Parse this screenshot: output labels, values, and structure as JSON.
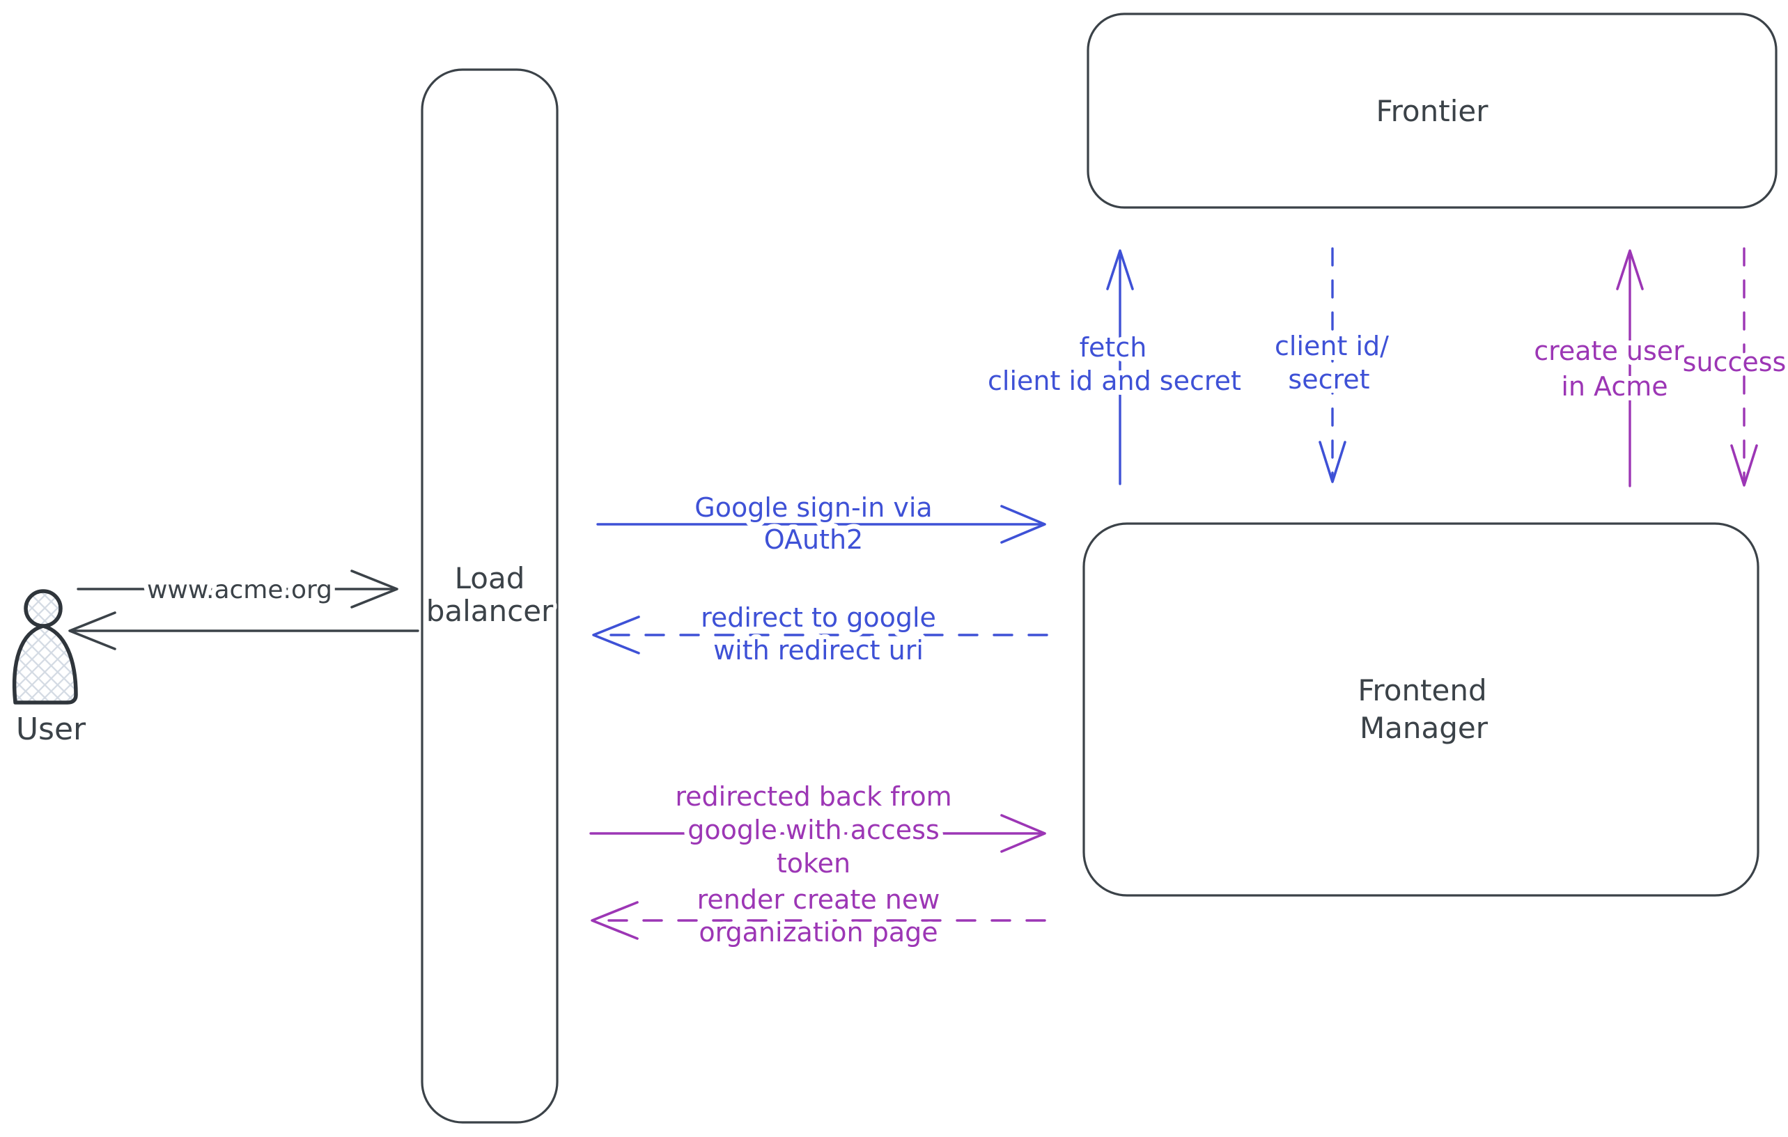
{
  "page": {
    "background": "#ffffff"
  },
  "colors": {
    "ink": "#3b4248",
    "blue": "#3e51d6",
    "purple": "#9c36b5",
    "figure_hatch": "#d3dae3"
  },
  "nodes": {
    "user": {
      "label": "User"
    },
    "load_balancer": {
      "lines": [
        "Load",
        "balancer"
      ]
    },
    "frontier": {
      "label": "Frontier"
    },
    "frontend_manager": {
      "lines": [
        "Frontend",
        "Manager"
      ]
    }
  },
  "edges": {
    "www_request": {
      "label": "www.acme.org",
      "style": "solid",
      "direction": "right",
      "color": "ink"
    },
    "www_response": {
      "style": "solid",
      "direction": "left",
      "color": "ink"
    },
    "google_signin": {
      "lines": [
        "Google sign-in via",
        "OAuth2"
      ],
      "style": "solid",
      "direction": "right",
      "color": "blue"
    },
    "redirect_to_google": {
      "lines": [
        "redirect to google",
        "with redirect uri"
      ],
      "style": "dashed",
      "direction": "left",
      "color": "blue"
    },
    "fetch_client_secret": {
      "lines": [
        "fetch",
        "client id and secret"
      ],
      "style": "solid",
      "direction": "up",
      "color": "blue"
    },
    "client_id_secret": {
      "lines": [
        "client id/",
        "secret"
      ],
      "style": "dashed",
      "direction": "down",
      "color": "blue"
    },
    "create_user": {
      "lines": [
        "create user",
        "in Acme"
      ],
      "style": "solid",
      "direction": "up",
      "color": "purple"
    },
    "success": {
      "label": "success",
      "style": "dashed",
      "direction": "down",
      "color": "purple"
    },
    "redirected_back": {
      "lines": [
        "redirected back from",
        "google with access",
        "token"
      ],
      "style": "solid",
      "direction": "right",
      "color": "purple"
    },
    "render_org_page": {
      "lines": [
        "render create new",
        "organization page"
      ],
      "style": "dashed",
      "direction": "left",
      "color": "purple"
    }
  }
}
